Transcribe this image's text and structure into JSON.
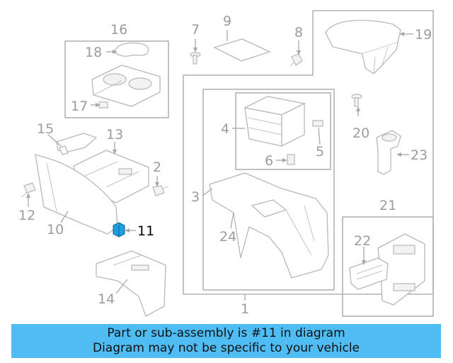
{
  "labels": {
    "p1": "1",
    "p2": "2",
    "p3": "3",
    "p4": "4",
    "p5": "5",
    "p6": "6",
    "p7": "7",
    "p8": "8",
    "p9": "9",
    "p10": "10",
    "p11": "11",
    "p12": "12",
    "p13": "13",
    "p14": "14",
    "p15": "15",
    "p16": "16",
    "p17": "17",
    "p18": "18",
    "p19": "19",
    "p20": "20",
    "p21": "21",
    "p22": "22",
    "p23": "23",
    "p24": "24"
  },
  "highlight": {
    "part": "11",
    "color": "#1a9fe0"
  },
  "banner": {
    "line1": "Part or sub-assembly is #11 in diagram",
    "line2": "Diagram may not be specific to your vehicle",
    "background": "#4fbcf3"
  }
}
